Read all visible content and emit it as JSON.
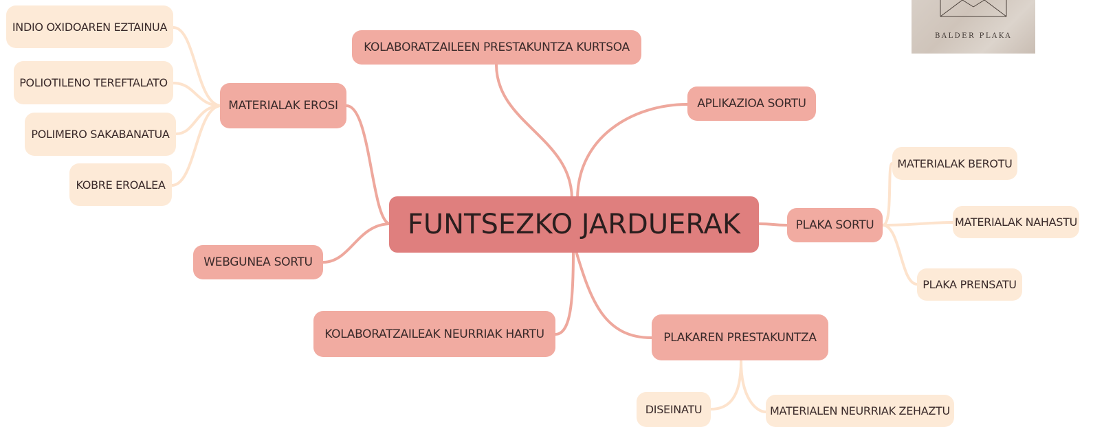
{
  "central": {
    "label": "FUNTSEZKO JARDUERAK"
  },
  "branches": {
    "materialak_erosi": "MATERIALAK EROSI",
    "kurtsoa": "KOLABORATZAILEEN PRESTAKUNTZA KURTSOA",
    "aplikazioa": "APLIKAZIOA SORTU",
    "plaka_sortu": "PLAKA SORTU",
    "webgunea": "WEBGUNEA SORTU",
    "neurriak_hartu": "KOLABORATZAILEAK NEURRIAK HARTU",
    "plakaren_prestakuntza": "PLAKAREN PRESTAKUNTZA"
  },
  "leaves": {
    "indio": "INDIO OXIDOAREN EZTAINUA",
    "poliotileno": "POLIOTILENO TEREFTALATO",
    "polimero": "POLIMERO SAKABANATUA",
    "kobre": "KOBRE EROALEA",
    "berotu": "MATERIALAK BEROTU",
    "nahastu": "MATERIALAK NAHASTU",
    "prensatu": "PLAKA PRENSATU",
    "diseinatu": "DISEINATU",
    "zehaztu": "MATERIALEN NEURRIAK ZEHAZTU"
  },
  "logo": {
    "text": "BALDER PLAKA"
  },
  "colors": {
    "central": "#df7f7e",
    "branch": "#f1aba1",
    "leaf": "#fdead7",
    "branch_link": "#eea89d",
    "leaf_link": "#fde3cd"
  }
}
